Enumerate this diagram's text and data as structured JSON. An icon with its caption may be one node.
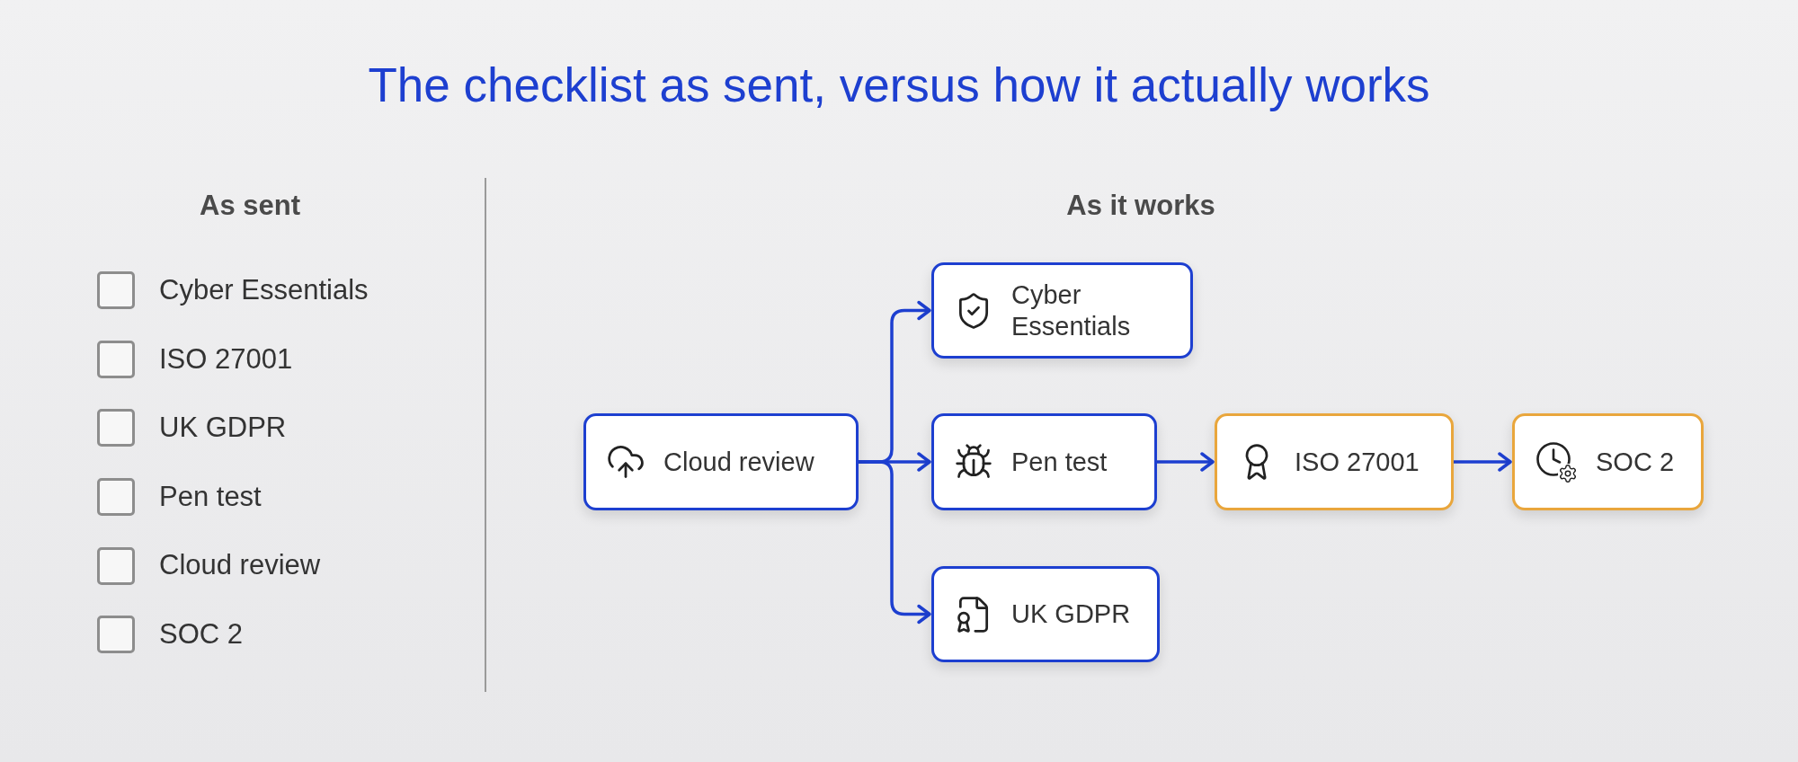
{
  "diagram": {
    "title": "The checklist as sent, versus how it actually works",
    "nodes": [
      {
        "text": [
          "Cloud review"
        ]
      },
      {
        "text": [
          "Cyber Essentials"
        ]
      },
      {
        "text": [
          "Pen test"
        ]
      },
      {
        "text": [
          "UK GDPR"
        ]
      },
      {
        "text": [
          "ISO 27001"
        ]
      },
      {
        "text": [
          "SOC 2"
        ]
      }
    ],
    "edges": [
      {
        "from": 0,
        "to": 1,
        "arrow": "to"
      },
      {
        "from": 0,
        "to": 2,
        "arrow": "to"
      },
      {
        "from": 0,
        "to": 3,
        "arrow": "to"
      },
      {
        "from": 2,
        "to": 4,
        "arrow": "to"
      },
      {
        "from": 4,
        "to": 5,
        "arrow": "to"
      }
    ],
    "labels": [
      "As sent",
      "As it works",
      "Cyber Essentials",
      "ISO 27001",
      "UK GDPR",
      "Pen test",
      "Cloud review",
      "SOC 2"
    ]
  }
}
